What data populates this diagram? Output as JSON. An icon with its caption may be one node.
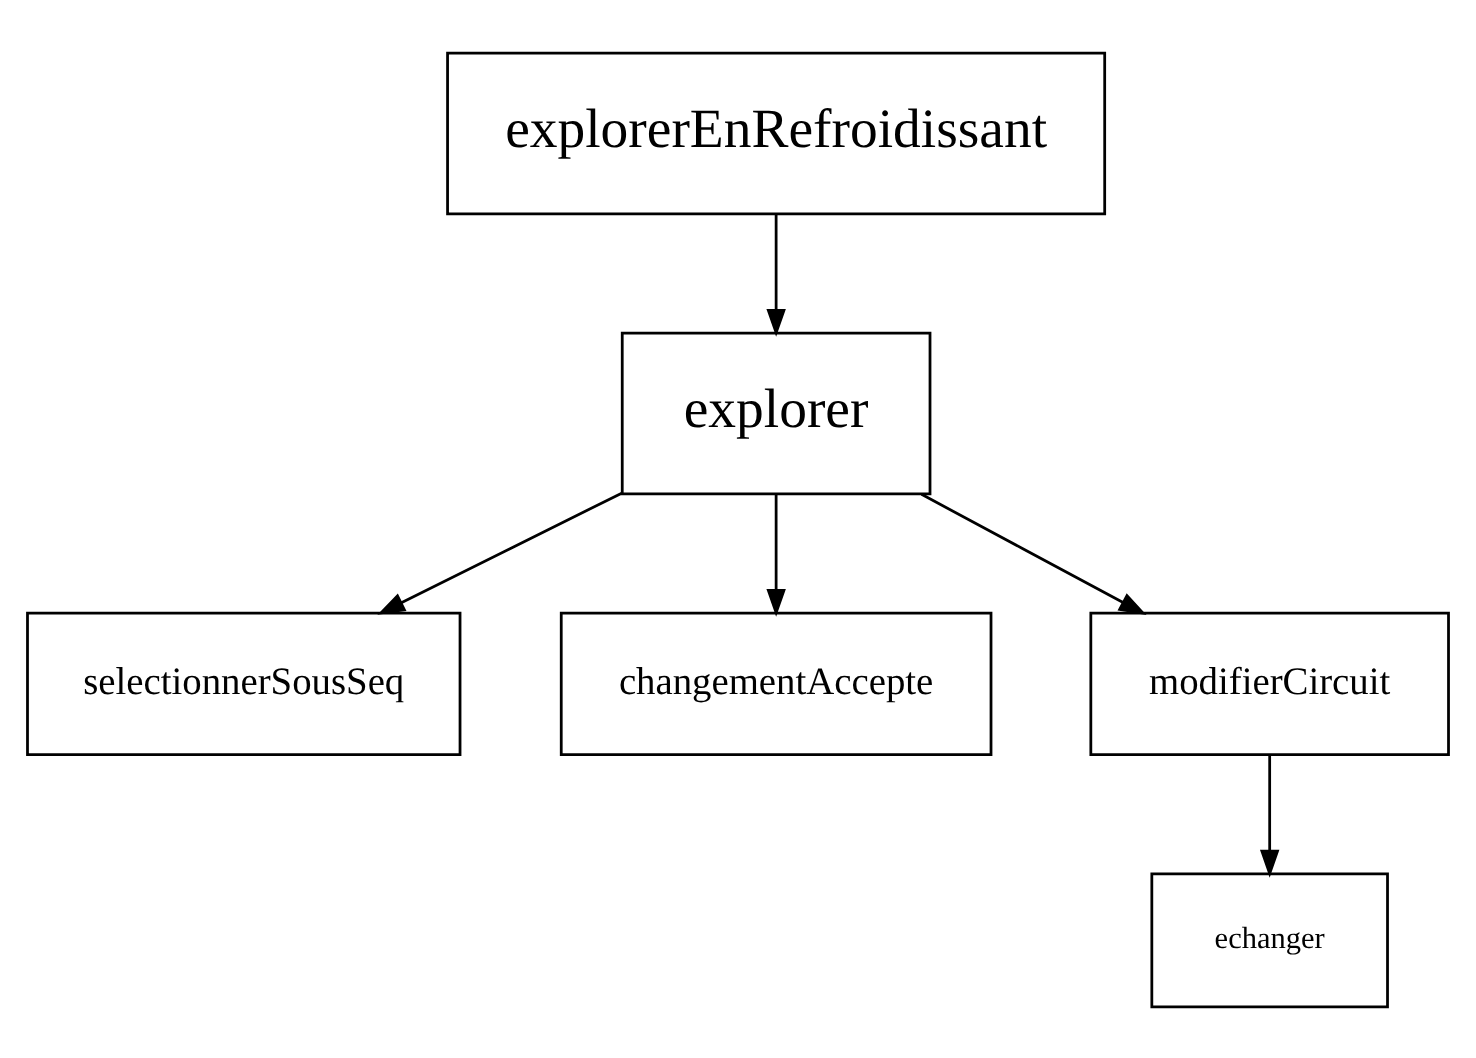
{
  "diagram": {
    "nodes": [
      {
        "text": [
          "explorerEnRefroidissant"
        ]
      },
      {
        "text": [
          "explorer"
        ]
      },
      {
        "text": [
          "selectionnerSousSeq"
        ]
      },
      {
        "text": [
          "changementAccepte"
        ]
      },
      {
        "text": [
          "modifierCircuit"
        ]
      },
      {
        "text": [
          "echanger"
        ]
      }
    ],
    "edges": [
      {
        "from": 0,
        "to": 1,
        "arrow": "to"
      },
      {
        "from": 1,
        "to": 2,
        "arrow": "to"
      },
      {
        "from": 1,
        "to": 3,
        "arrow": "to"
      },
      {
        "from": 1,
        "to": 4,
        "arrow": "to"
      },
      {
        "from": 4,
        "to": 5,
        "arrow": "to"
      }
    ]
  }
}
